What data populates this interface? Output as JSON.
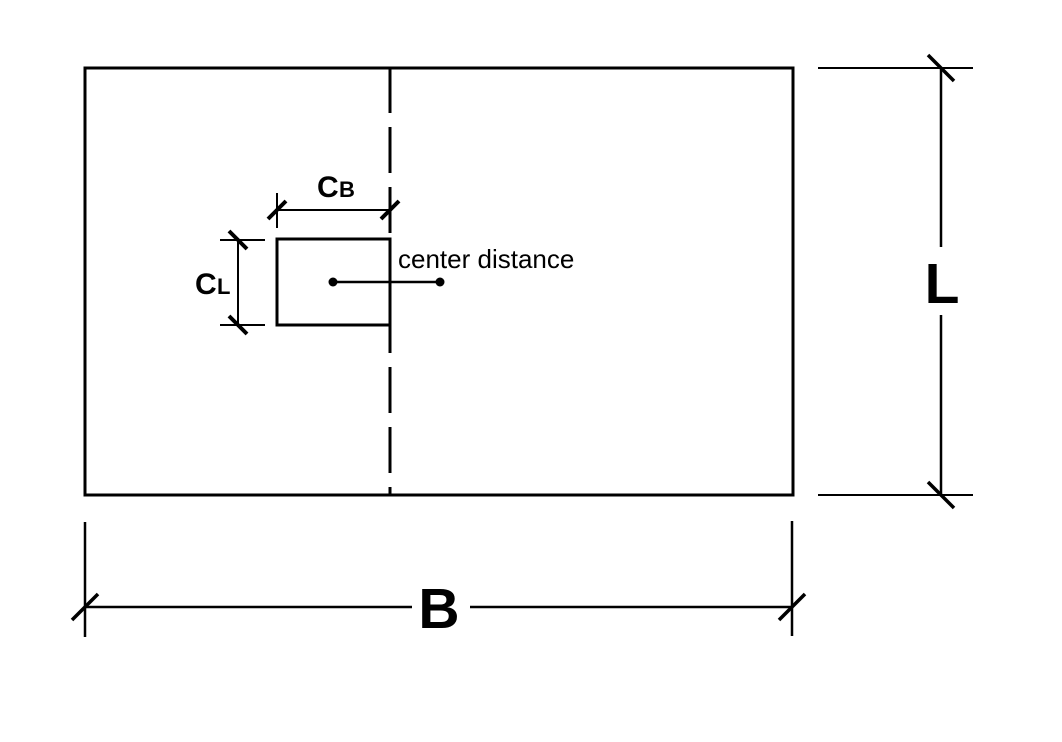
{
  "diagram": {
    "background_color": "#ffffff",
    "line_color": "#000000",
    "labels": {
      "footing_width": "B",
      "footing_length": "L",
      "column_width": {
        "main": "C",
        "sub": "B"
      },
      "column_length": {
        "main": "C",
        "sub": "L"
      },
      "center_distance": "center distance"
    }
  }
}
